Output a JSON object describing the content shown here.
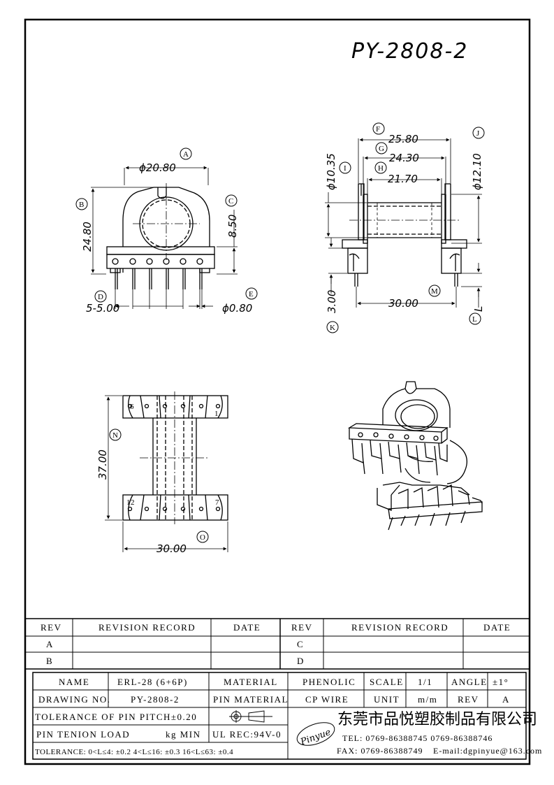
{
  "title": "PY-2808-2",
  "dims": {
    "a_dia": "ϕ20.80",
    "b_height": "24.80",
    "c_height": "8.50",
    "pitch": "5-5.00",
    "pin_dia": "ϕ0.80",
    "f_width": "25.80",
    "g_width": "24.30",
    "h_width": "21.70",
    "i_dia": "ϕ10.35",
    "j_dia": "ϕ12.10",
    "k_val": "3.00",
    "l_val": "L",
    "m_len": "30.00",
    "n_len": "37.00",
    "o_len": "30.00"
  },
  "callouts": {
    "a": "A",
    "b": "B",
    "c": "C",
    "d": "D",
    "e": "E",
    "f": "F",
    "g": "G",
    "h": "H",
    "i": "I",
    "j": "J",
    "k": "K",
    "l": "L",
    "m": "M",
    "n": "N",
    "o": "O"
  },
  "pins": {
    "p6": "6",
    "p1": "1",
    "p12": "12",
    "p7": "7"
  },
  "revision": {
    "h_rev": "REV",
    "h_record": "REVISION RECORD",
    "h_date": "DATE",
    "h_rev2": "REV",
    "h_record2": "REVISION RECORD",
    "h_date2": "DATE",
    "r1_left": "A",
    "r1_right": "C",
    "r2_left": "B",
    "r2_right": "D"
  },
  "titleblock": {
    "name_label": "NAME",
    "name_value": "ERL-28 (6+6P)",
    "material_label": "MATERIAL",
    "material_value": "PHENOLIC",
    "scale_label": "SCALE",
    "scale_value": "1/1",
    "angle_label": "ANGLE",
    "angle_value": "±1°",
    "drawing_label": "DRAWING NO.",
    "drawing_value": "PY-2808-2",
    "pin_material_label": "PIN MATERIAL",
    "pin_material_value": "CP WIRE",
    "unit_label": "UNIT",
    "unit_value": "m/m",
    "rev_label": "REV",
    "rev_value": "A",
    "tolerance_pitch": "TOLERANCE OF PIN PITCH±0.20",
    "pin_tension_label": "PIN TENION LOAD",
    "pin_tension_unit": "kg MIN",
    "ul_rec": "UL REC:94V-0",
    "tolerance_general": "TOLERANCE: 0<L≤4: ±0.2  4<L≤16: ±0.3  16<L≤63: ±0.4",
    "company_logo": "Pinyue",
    "company_name": "东莞市品悦塑胶制品有限公司",
    "tel": "TEL: 0769-86388745   0769-86388746",
    "fax": "FAX: 0769-86388749",
    "email": "E-mail:dgpinyue@163.com"
  }
}
